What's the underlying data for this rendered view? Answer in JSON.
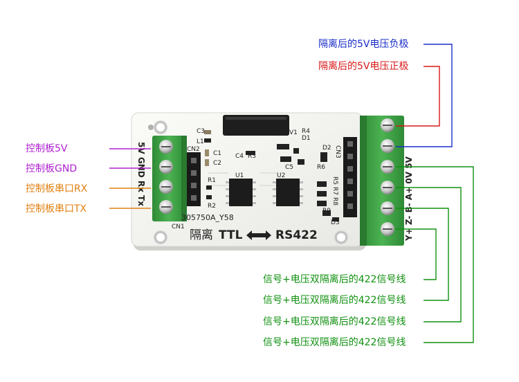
{
  "colors": {
    "purple": "#b020d0",
    "orange": "#e08010",
    "blue": "#1a2ec8",
    "red": "#d81818",
    "green": "#109010",
    "board": "#f5f5f2",
    "terminal": "#3f9e45"
  },
  "left_labels": [
    {
      "text": "控制板5V",
      "color": "purple"
    },
    {
      "text": "控制板GND",
      "color": "purple"
    },
    {
      "text": "控制板串口RX",
      "color": "orange"
    },
    {
      "text": "控制板串口TX",
      "color": "orange"
    }
  ],
  "right_top_labels": [
    {
      "text": "隔离后的5V电压负极",
      "color": "blue"
    },
    {
      "text": "隔离后的5V电压正极",
      "color": "red"
    }
  ],
  "right_bottom_labels": [
    {
      "text": "信号+电压双隔离后的422信号线"
    },
    {
      "text": "信号+电压双隔离后的422信号线"
    },
    {
      "text": "信号+电压双隔离后的422信号线"
    },
    {
      "text": "信号+电压双隔离后的422信号线"
    }
  ],
  "board": {
    "title_left": "隔离",
    "title_ttl": "TTL",
    "title_rs": "RS422",
    "code": "305750A_Y58",
    "left_pins": "5V GND Rx Tx",
    "right_pins": "Y+ Z- B- A+ 0V 5V",
    "refs": {
      "c3": "C3",
      "l1": "L1",
      "cn2": "CN2",
      "c1": "C1",
      "c2": "C2",
      "c4": "C4",
      "r3": "R3",
      "v1": "V1",
      "r4": "R4",
      "d1": "D1",
      "cn3": "CN3",
      "r2": "R2",
      "d2": "D2",
      "u1": "U1",
      "u2": "U2",
      "c5": "C5",
      "r6": "R6",
      "r1": "R1",
      "r5": "R5",
      "r7": "R7",
      "r8": "R8",
      "r9": "R9",
      "d3": "D3",
      "cn1": "CN1"
    }
  }
}
